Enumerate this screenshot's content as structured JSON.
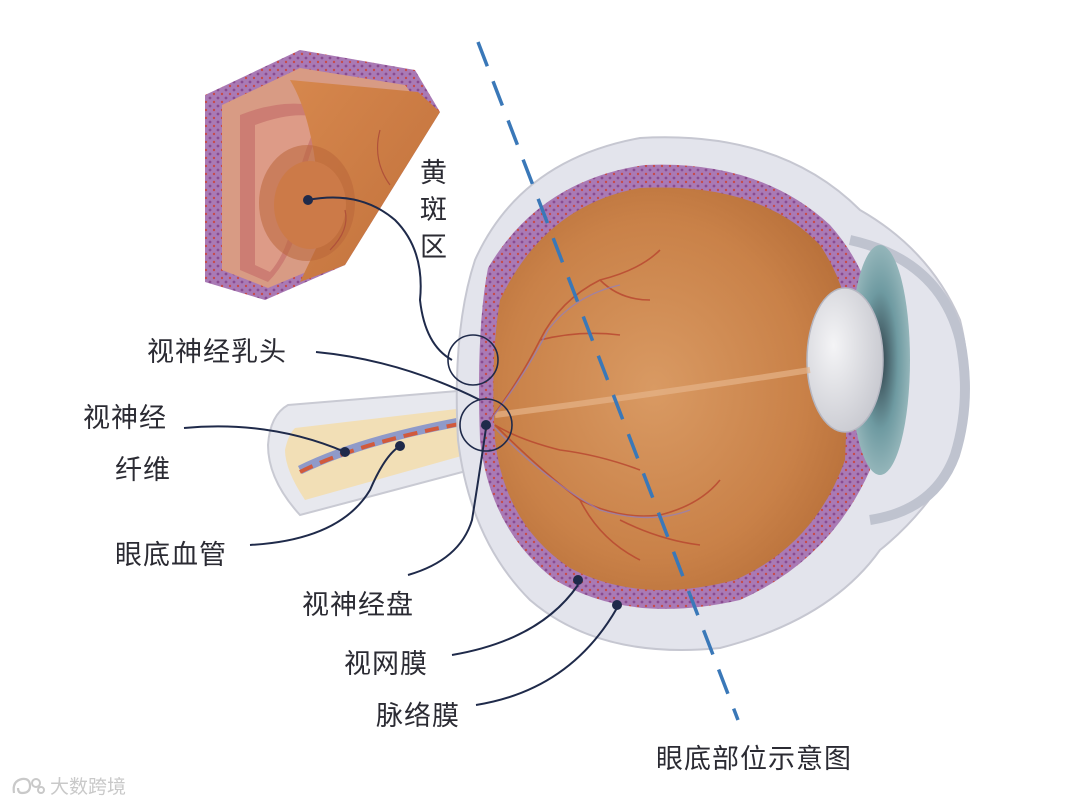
{
  "labels": {
    "macula": "黄斑区",
    "optic_papilla": "视神经乳头",
    "optic_fiber_line1": "视神经",
    "optic_fiber_line2": "纤维",
    "fundus_vessels": "眼底血管",
    "optic_disc": "视神经盘",
    "retina": "视网膜",
    "choroid": "脉络膜",
    "caption": "眼底部位示意图"
  },
  "watermark": "大数跨境",
  "colors": {
    "label_text": "#2b2b33",
    "leader_line": "#1f2a4a",
    "dashed_line": "#3a78b8",
    "eye_interior": "#cf8a55",
    "sclera": "#e3e4ec",
    "choroid_layer": "#b07ab0",
    "iris": "#5f8e97"
  }
}
